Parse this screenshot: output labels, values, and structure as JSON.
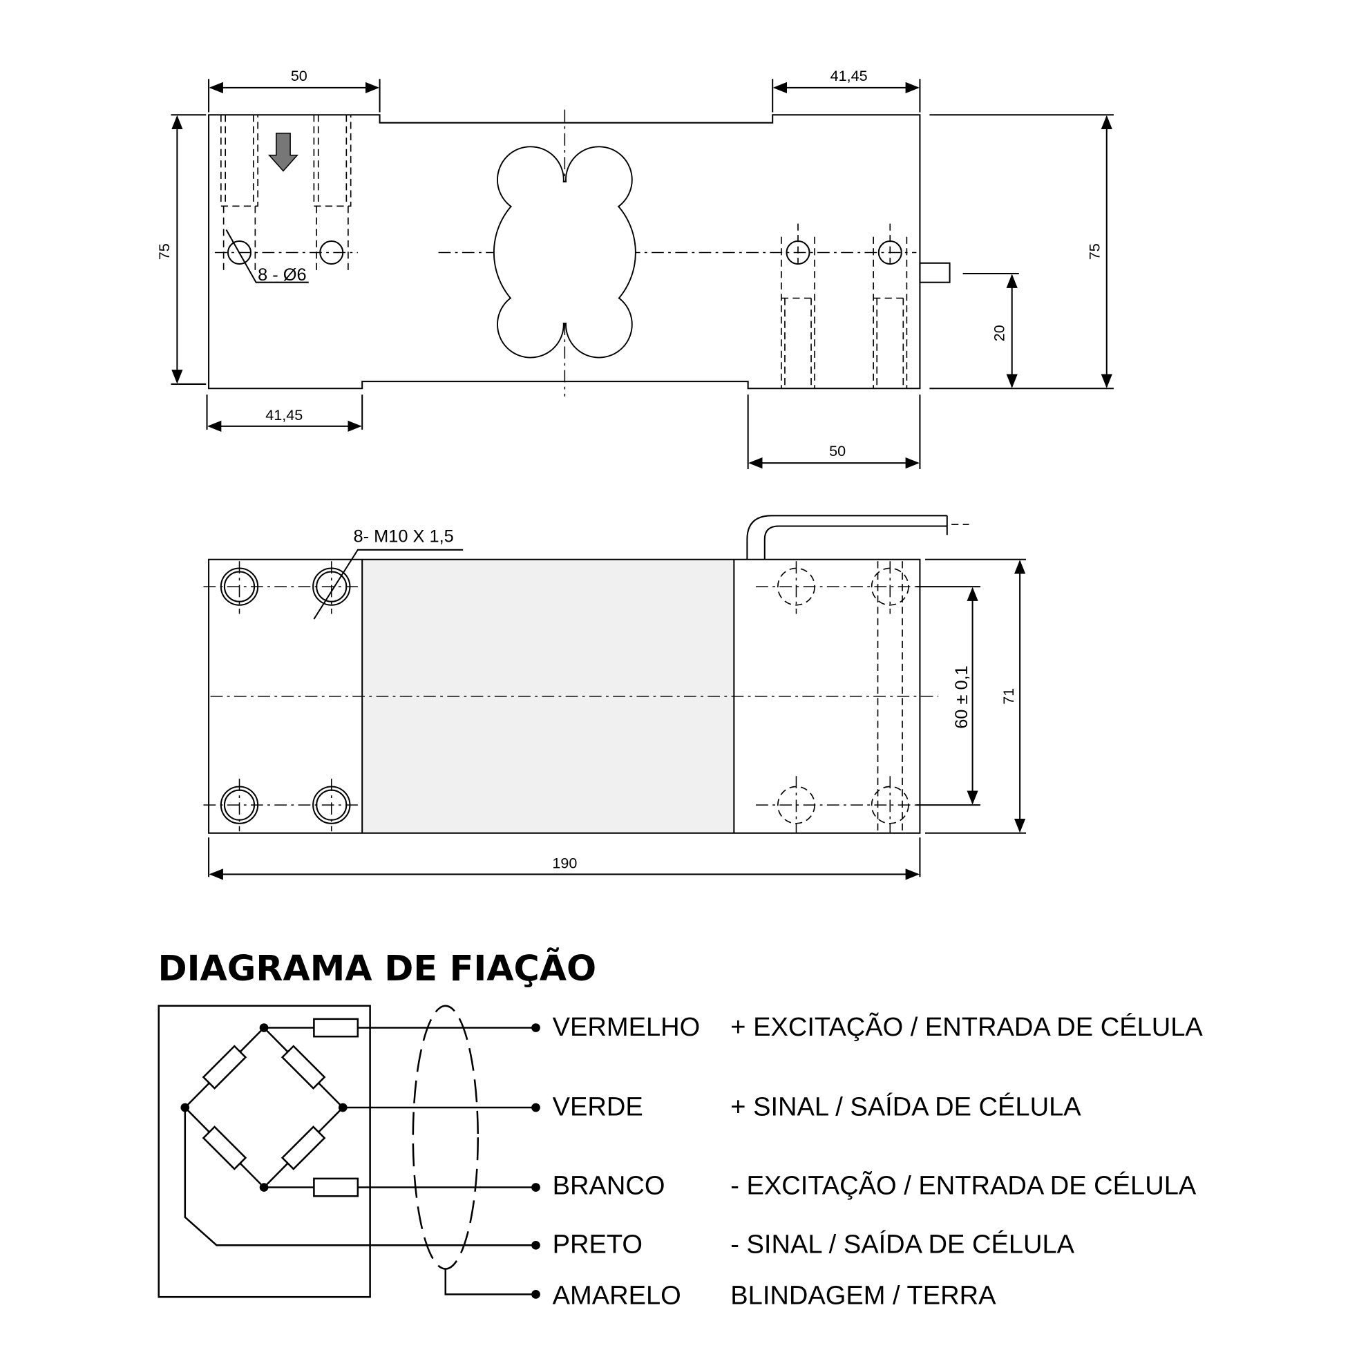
{
  "top_view": {
    "dim_50_left": "50",
    "dim_41_right": "41,45",
    "dim_75_left": "75",
    "dim_75_right": "75",
    "dim_20": "20",
    "dim_41_left": "41,45",
    "dim_50_right": "50",
    "hole_callout": "8 - Ø6"
  },
  "bottom_view": {
    "thread_callout": "8- M10 X 1,5",
    "dim_60": "60 ± 0,1",
    "dim_71": "71",
    "dim_190": "190"
  },
  "wiring": {
    "title": "DIAGRAMA DE FIAÇÃO",
    "wires": [
      {
        "color": "VERMELHO",
        "function": "+ EXCITAÇÃO / ENTRADA DE CÉLULA"
      },
      {
        "color": "VERDE",
        "function": "+ SINAL / SAÍDA DE CÉLULA"
      },
      {
        "color": "BRANCO",
        "function": "- EXCITAÇÃO / ENTRADA DE CÉLULA"
      },
      {
        "color": "PRETO",
        "function": "- SINAL / SAÍDA DE CÉLULA"
      },
      {
        "color": "AMARELO",
        "function": "BLINDAGEM / TERRA"
      }
    ]
  }
}
